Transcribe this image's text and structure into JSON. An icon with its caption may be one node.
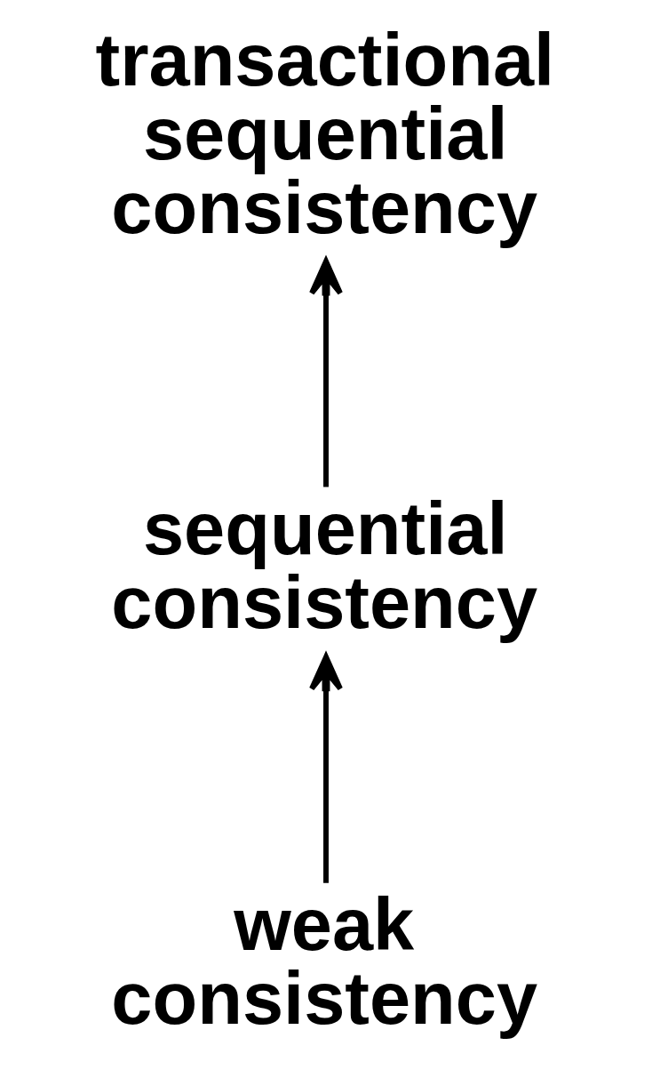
{
  "diagram": {
    "nodes": [
      {
        "text": [
          "transactional sequential consistency"
        ]
      },
      {
        "text": [
          "sequential consistency"
        ]
      },
      {
        "text": [
          "weak consistency"
        ]
      }
    ],
    "edges": [
      {
        "from": 2,
        "to": 1,
        "arrow": "to"
      },
      {
        "from": 1,
        "to": 0,
        "arrow": "to"
      }
    ]
  }
}
